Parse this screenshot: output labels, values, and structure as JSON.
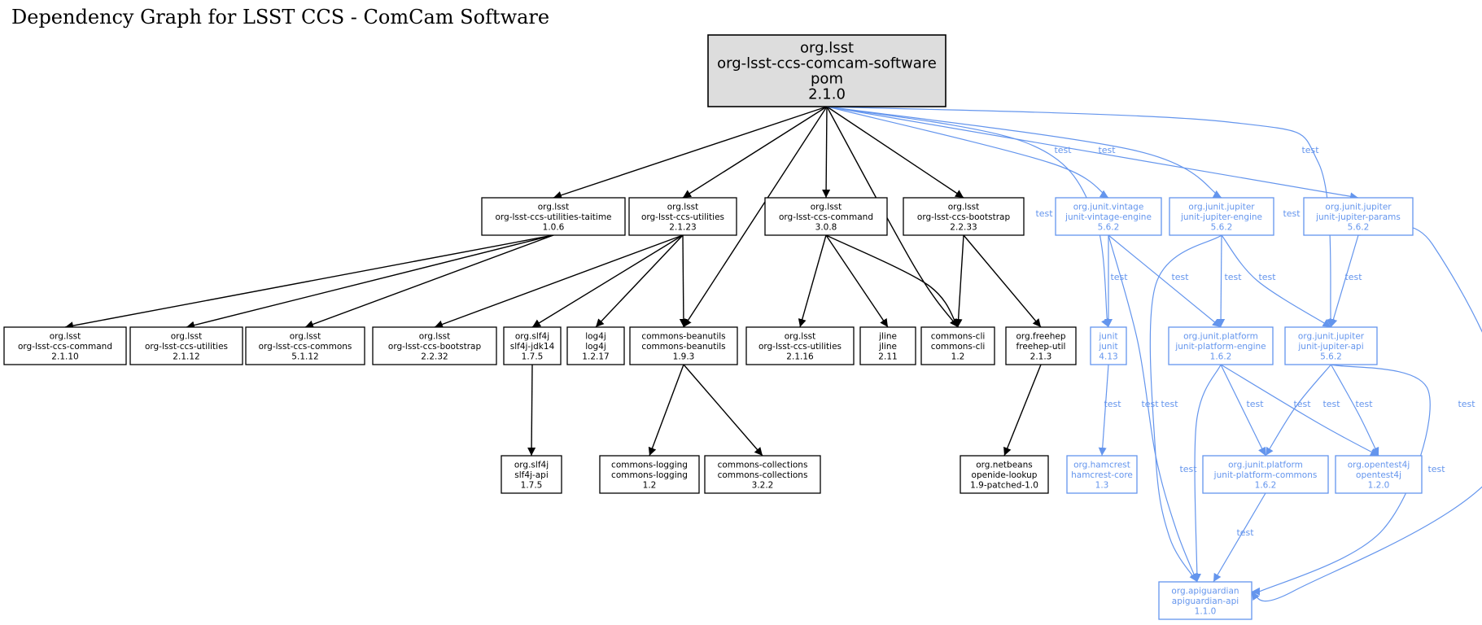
{
  "title": "Dependency Graph for LSST CCS - ComCam Software",
  "colors": {
    "compile": "#000000",
    "test": "#6495ed",
    "root_fill": "#dddddd"
  },
  "nodes": {
    "root": {
      "lines": [
        "org.lsst",
        "org-lsst-ccs-comcam-software",
        "pom",
        "2.1.0"
      ],
      "scope": "root"
    },
    "taitime": {
      "lines": [
        "org.lsst",
        "org-lsst-ccs-utilities-taitime",
        "1.0.6"
      ],
      "scope": "compile"
    },
    "utilities2123": {
      "lines": [
        "org.lsst",
        "org-lsst-ccs-utilities",
        "2.1.23"
      ],
      "scope": "compile"
    },
    "command308": {
      "lines": [
        "org.lsst",
        "org-lsst-ccs-command",
        "3.0.8"
      ],
      "scope": "compile"
    },
    "bootstrap2233": {
      "lines": [
        "org.lsst",
        "org-lsst-ccs-bootstrap",
        "2.2.33"
      ],
      "scope": "compile"
    },
    "vintage": {
      "lines": [
        "org.junit.vintage",
        "junit-vintage-engine",
        "5.6.2"
      ],
      "scope": "test"
    },
    "jupiterEngine": {
      "lines": [
        "org.junit.jupiter",
        "junit-jupiter-engine",
        "5.6.2"
      ],
      "scope": "test"
    },
    "jupiterParams": {
      "lines": [
        "org.junit.jupiter",
        "junit-jupiter-params",
        "5.6.2"
      ],
      "scope": "test"
    },
    "command2110": {
      "lines": [
        "org.lsst",
        "org-lsst-ccs-command",
        "2.1.10"
      ],
      "scope": "compile"
    },
    "utilities2112": {
      "lines": [
        "org.lsst",
        "org-lsst-ccs-utilities",
        "2.1.12"
      ],
      "scope": "compile"
    },
    "commons5112": {
      "lines": [
        "org.lsst",
        "org-lsst-ccs-commons",
        "5.1.12"
      ],
      "scope": "compile"
    },
    "bootstrap2232": {
      "lines": [
        "org.lsst",
        "org-lsst-ccs-bootstrap",
        "2.2.32"
      ],
      "scope": "compile"
    },
    "slf4jjdk": {
      "lines": [
        "org.slf4j",
        "slf4j-jdk14",
        "1.7.5"
      ],
      "scope": "compile"
    },
    "log4j": {
      "lines": [
        "log4j",
        "log4j",
        "1.2.17"
      ],
      "scope": "compile"
    },
    "beanutils": {
      "lines": [
        "commons-beanutils",
        "commons-beanutils",
        "1.9.3"
      ],
      "scope": "compile"
    },
    "utilities2116": {
      "lines": [
        "org.lsst",
        "org-lsst-ccs-utilities",
        "2.1.16"
      ],
      "scope": "compile"
    },
    "jline": {
      "lines": [
        "jline",
        "jline",
        "2.11"
      ],
      "scope": "compile"
    },
    "commonscli": {
      "lines": [
        "commons-cli",
        "commons-cli",
        "1.2"
      ],
      "scope": "compile"
    },
    "freehep": {
      "lines": [
        "org.freehep",
        "freehep-util",
        "2.1.3"
      ],
      "scope": "compile"
    },
    "junit": {
      "lines": [
        "junit",
        "junit",
        "4.13"
      ],
      "scope": "test"
    },
    "platformEngine": {
      "lines": [
        "org.junit.platform",
        "junit-platform-engine",
        "1.6.2"
      ],
      "scope": "test"
    },
    "jupiterApi": {
      "lines": [
        "org.junit.jupiter",
        "junit-jupiter-api",
        "5.6.2"
      ],
      "scope": "test"
    },
    "slf4japi": {
      "lines": [
        "org.slf4j",
        "slf4j-api",
        "1.7.5"
      ],
      "scope": "compile"
    },
    "logging": {
      "lines": [
        "commons-logging",
        "commons-logging",
        "1.2"
      ],
      "scope": "compile"
    },
    "collections": {
      "lines": [
        "commons-collections",
        "commons-collections",
        "3.2.2"
      ],
      "scope": "compile"
    },
    "openide": {
      "lines": [
        "org.netbeans",
        "openide-lookup",
        "1.9-patched-1.0"
      ],
      "scope": "compile"
    },
    "hamcrest": {
      "lines": [
        "org.hamcrest",
        "hamcrest-core",
        "1.3"
      ],
      "scope": "test"
    },
    "platformCommons": {
      "lines": [
        "org.junit.platform",
        "junit-platform-commons",
        "1.6.2"
      ],
      "scope": "test"
    },
    "opentest4j": {
      "lines": [
        "org.opentest4j",
        "opentest4j",
        "1.2.0"
      ],
      "scope": "test"
    },
    "apiguardian": {
      "lines": [
        "org.apiguardian",
        "apiguardian-api",
        "1.1.0"
      ],
      "scope": "test"
    }
  },
  "edges": [
    {
      "from": "root",
      "to": "taitime",
      "label": ""
    },
    {
      "from": "root",
      "to": "utilities2123",
      "label": ""
    },
    {
      "from": "root",
      "to": "beanutils",
      "label": ""
    },
    {
      "from": "root",
      "to": "command308",
      "label": ""
    },
    {
      "from": "root",
      "to": "commonscli",
      "label": ""
    },
    {
      "from": "root",
      "to": "bootstrap2233",
      "label": ""
    },
    {
      "from": "root",
      "to": "junit",
      "label": "test"
    },
    {
      "from": "root",
      "to": "vintage",
      "label": "test"
    },
    {
      "from": "root",
      "to": "jupiterEngine",
      "label": "test"
    },
    {
      "from": "root",
      "to": "jupiterApi",
      "label": "test"
    },
    {
      "from": "root",
      "to": "jupiterParams",
      "label": "test"
    },
    {
      "from": "taitime",
      "to": "command2110",
      "label": ""
    },
    {
      "from": "taitime",
      "to": "utilities2112",
      "label": ""
    },
    {
      "from": "taitime",
      "to": "commons5112",
      "label": ""
    },
    {
      "from": "utilities2123",
      "to": "bootstrap2232",
      "label": ""
    },
    {
      "from": "utilities2123",
      "to": "slf4jjdk",
      "label": ""
    },
    {
      "from": "utilities2123",
      "to": "log4j",
      "label": ""
    },
    {
      "from": "utilities2123",
      "to": "beanutils",
      "label": ""
    },
    {
      "from": "command308",
      "to": "utilities2116",
      "label": ""
    },
    {
      "from": "command308",
      "to": "jline",
      "label": ""
    },
    {
      "from": "command308",
      "to": "commonscli",
      "label": ""
    },
    {
      "from": "bootstrap2233",
      "to": "commonscli",
      "label": ""
    },
    {
      "from": "bootstrap2233",
      "to": "freehep",
      "label": ""
    },
    {
      "from": "slf4jjdk",
      "to": "slf4japi",
      "label": ""
    },
    {
      "from": "beanutils",
      "to": "logging",
      "label": ""
    },
    {
      "from": "beanutils",
      "to": "collections",
      "label": ""
    },
    {
      "from": "freehep",
      "to": "openide",
      "label": ""
    },
    {
      "from": "vintage",
      "to": "junit",
      "label": "test"
    },
    {
      "from": "vintage",
      "to": "platformEngine",
      "label": "test"
    },
    {
      "from": "vintage",
      "to": "apiguardian",
      "label": "test"
    },
    {
      "from": "jupiterEngine",
      "to": "platformEngine",
      "label": "test"
    },
    {
      "from": "jupiterEngine",
      "to": "jupiterApi",
      "label": "test"
    },
    {
      "from": "jupiterEngine",
      "to": "apiguardian",
      "label": "test"
    },
    {
      "from": "jupiterParams",
      "to": "jupiterApi",
      "label": "test"
    },
    {
      "from": "jupiterParams",
      "to": "apiguardian",
      "label": "test"
    },
    {
      "from": "junit",
      "to": "hamcrest",
      "label": "test"
    },
    {
      "from": "platformEngine",
      "to": "platformCommons",
      "label": "test"
    },
    {
      "from": "platformEngine",
      "to": "opentest4j",
      "label": "test"
    },
    {
      "from": "platformEngine",
      "to": "apiguardian",
      "label": "test"
    },
    {
      "from": "jupiterApi",
      "to": "platformCommons",
      "label": "test"
    },
    {
      "from": "jupiterApi",
      "to": "opentest4j",
      "label": "test"
    },
    {
      "from": "jupiterApi",
      "to": "apiguardian",
      "label": "test"
    },
    {
      "from": "platformCommons",
      "to": "apiguardian",
      "label": "test"
    }
  ]
}
